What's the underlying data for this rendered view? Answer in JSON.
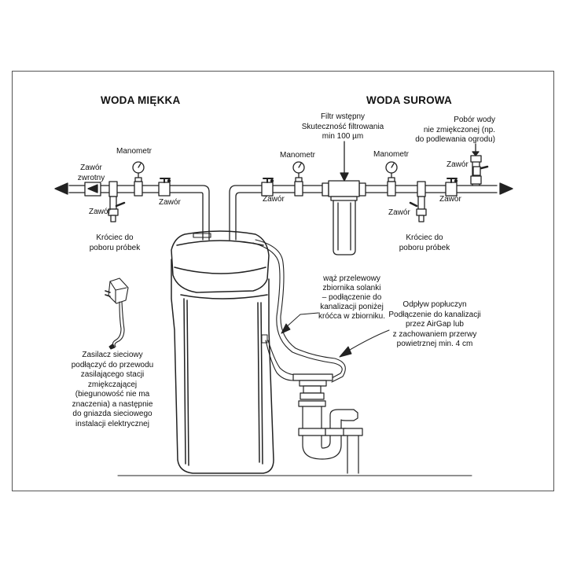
{
  "headings": {
    "soft_water": "WODA MIĘKKA",
    "raw_water": "WODA SUROWA"
  },
  "labels": {
    "manometr_left": "Manometr",
    "zawor_zwrotny": "Zawór\nzwrotny",
    "zawor_left_bottom": "Zawór",
    "zawor_left_mid": "Zawór",
    "krociec_left": "Króciec do\npoboru próbek",
    "manometr_mid": "Manometr",
    "zawor_mid": "Zawór",
    "filtr": "Filtr wstępny\nSkuteczność filtrowania\nmin 100 µm",
    "manometr_right": "Manometr",
    "pobor": "Pobór wody\nnie zmiękczonej (np.\ndo podlewania ogrodu)",
    "zawor_right_top": "Zawór",
    "zawor_right_low": "Zawór",
    "zawor_right_mid": "Zawór",
    "krociec_right": "Króciec do\npoboru próbek",
    "waz": "wąż przelewowy\nzbiornika solanki\n– podłączenie do\nkanalizacji poniżej\nkróćca w zbiorniku.",
    "odplyw": "Odpływ popłuczyn\nPodłączenie do kanalizacji\nprzez AirGap lub\nz zachowaniem przerwy\npowietrznej min. 4 cm",
    "zasilacz": "Zasilacz sieciowy\npodłączyć do przewodu\nzasilającego stacji\nzmiękczającej\n(biegunowość nie ma\nznaczenia) a następnie\ndo gniazda sieciowego\ninstalacji elektrycznej"
  },
  "colors": {
    "line": "#222222",
    "frame": "#555555",
    "background": "#ffffff"
  },
  "icons": [
    "gauge-icon",
    "valve-icon",
    "check-valve-icon",
    "filter-housing-icon",
    "power-adapter-icon",
    "siphon-trap-icon"
  ]
}
